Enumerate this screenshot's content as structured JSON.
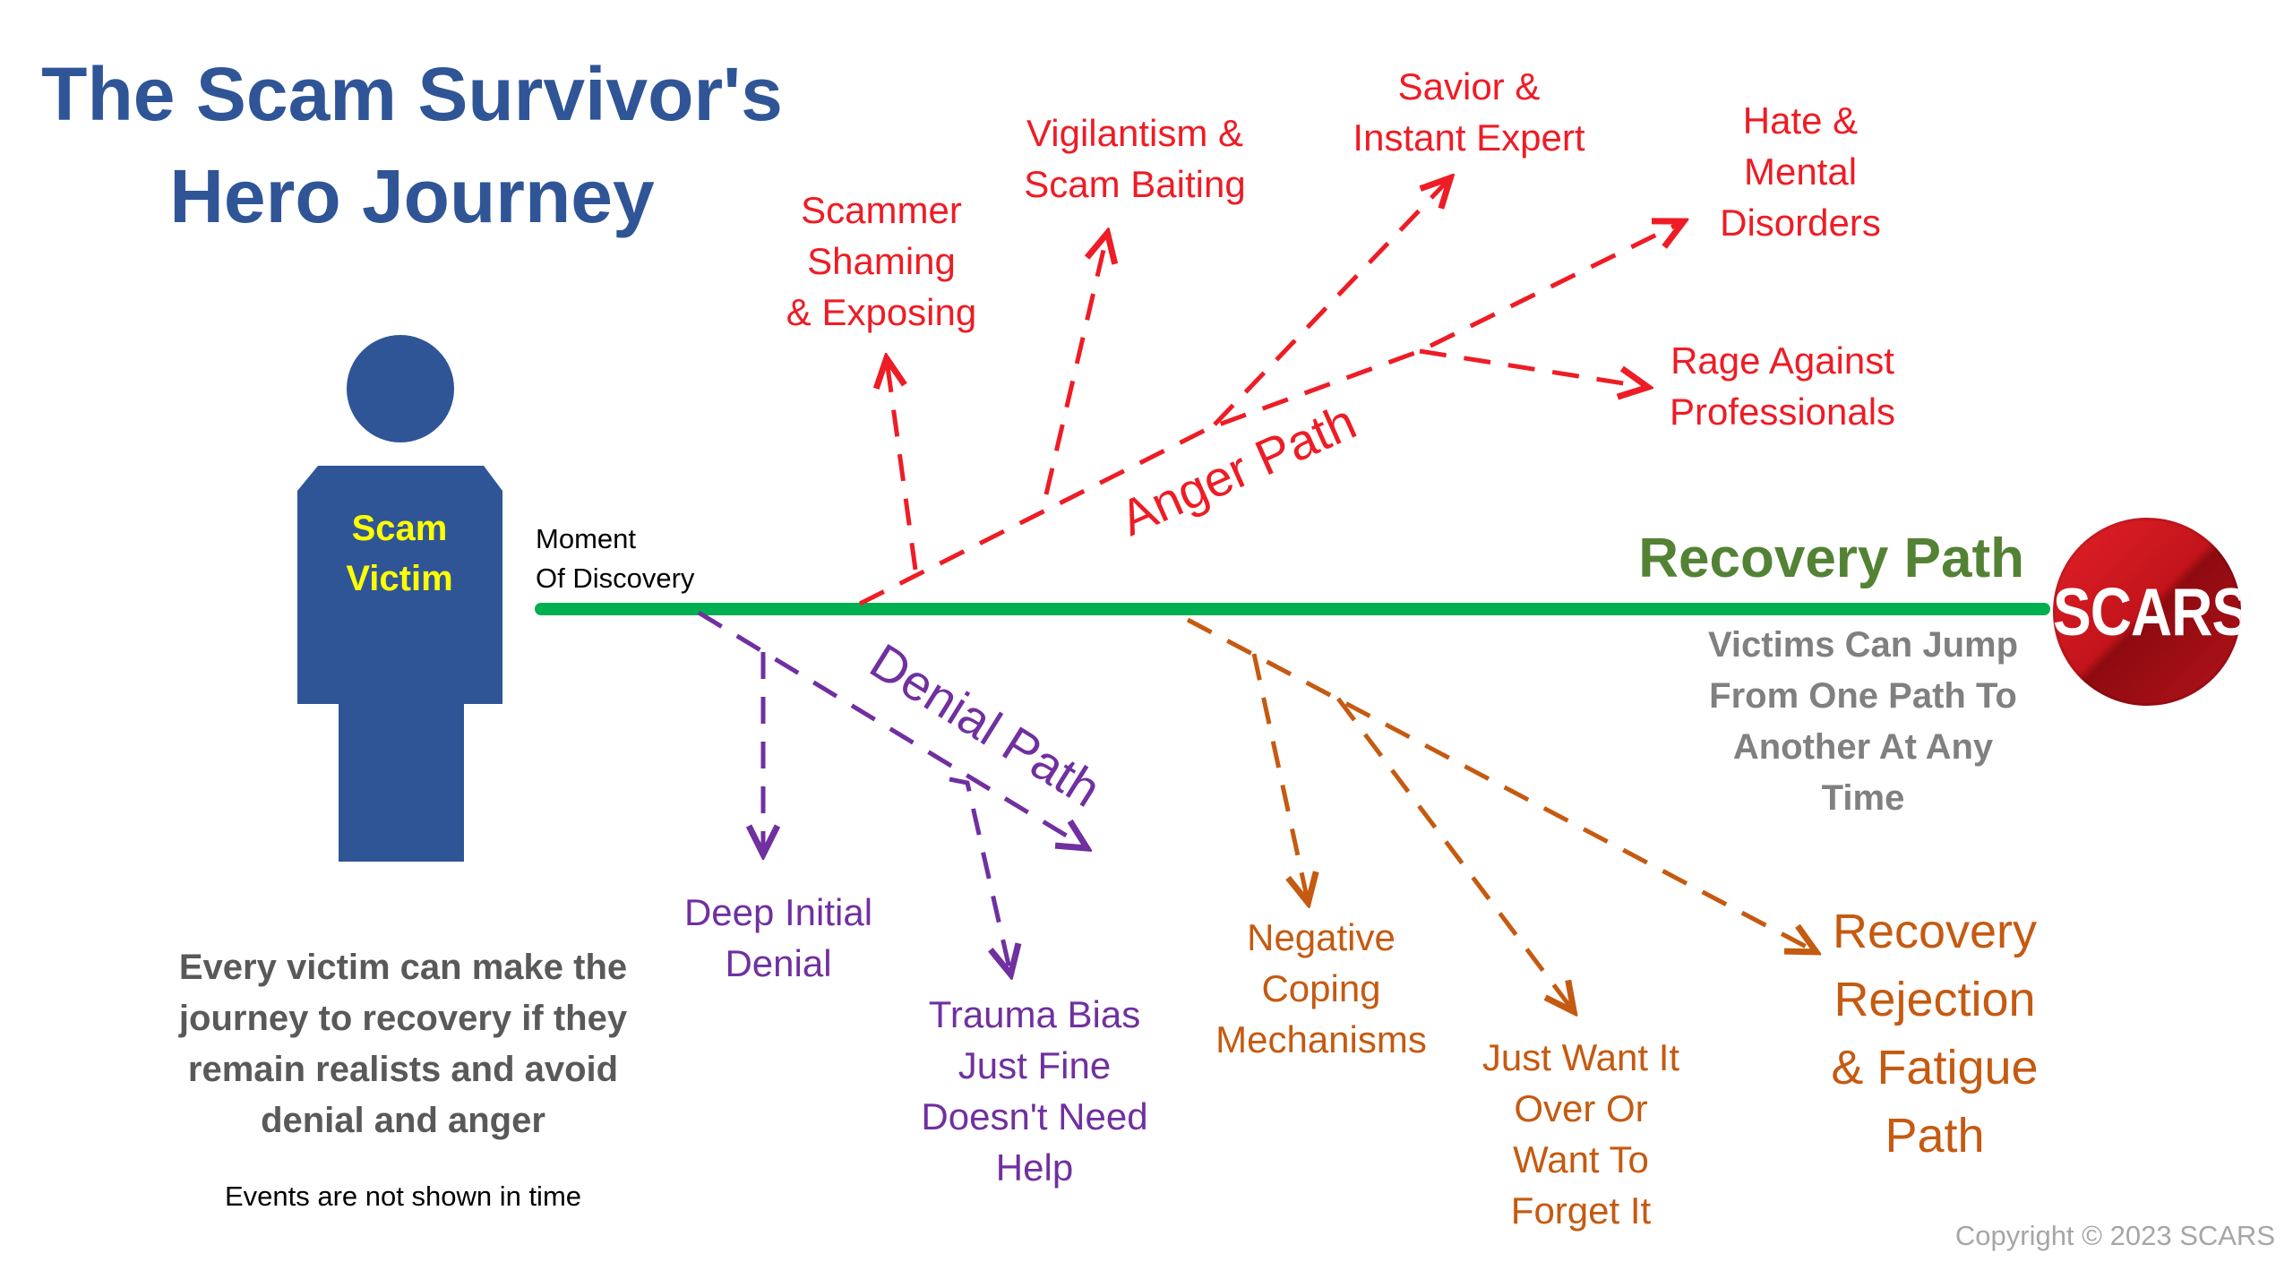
{
  "title": {
    "line1": "The Scam Survivor's",
    "line2": "Hero Journey"
  },
  "victim": {
    "line1": "Scam",
    "line2": "Victim"
  },
  "moment": {
    "line1": "Moment",
    "line2": "Of Discovery"
  },
  "paths": {
    "recovery": "Recovery Path",
    "anger": "Anger Path",
    "denial": "Denial Path"
  },
  "anger_outcomes": [
    {
      "lines": [
        "Scammer",
        "Shaming",
        "& Exposing"
      ]
    },
    {
      "lines": [
        "Vigilantism &",
        "Scam Baiting"
      ]
    },
    {
      "lines": [
        "Savior &",
        "Instant Expert"
      ]
    },
    {
      "lines": [
        "Hate &",
        "Mental",
        "Disorders"
      ]
    },
    {
      "lines": [
        "Rage Against",
        "Professionals"
      ]
    }
  ],
  "denial_outcomes": [
    {
      "lines": [
        "Deep Initial",
        "Denial"
      ]
    },
    {
      "lines": [
        "Trauma Bias",
        "Just Fine",
        "Doesn't Need",
        "Help"
      ]
    }
  ],
  "rejection_outcomes": [
    {
      "lines": [
        "Negative",
        "Coping",
        "Mechanisms"
      ]
    },
    {
      "lines": [
        "Just Want It",
        "Over Or",
        "Want To",
        "Forget It"
      ]
    },
    {
      "lines": [
        "Recovery",
        "Rejection",
        "& Fatigue",
        "Path"
      ]
    }
  ],
  "jump_note": {
    "lines": [
      "Victims Can Jump",
      "From One Path To",
      "Another At Any",
      "Time"
    ]
  },
  "summary": {
    "lines": [
      "Every victim can make the",
      "journey to recovery if they",
      "remain realists and avoid",
      "denial and anger"
    ]
  },
  "events_note": "Events are not shown in time",
  "copyright": "Copyright © 2023 SCARS",
  "logo_text": "SCARS",
  "colors": {
    "title": "#2f5597",
    "figure": "#2f5597",
    "victim_text": "#ffff00",
    "recovery": "#00b050",
    "recovery_label": "#548235",
    "anger": "#ee1c25",
    "denial": "#7030a0",
    "rejection": "#c55a11",
    "note": "#808080"
  }
}
